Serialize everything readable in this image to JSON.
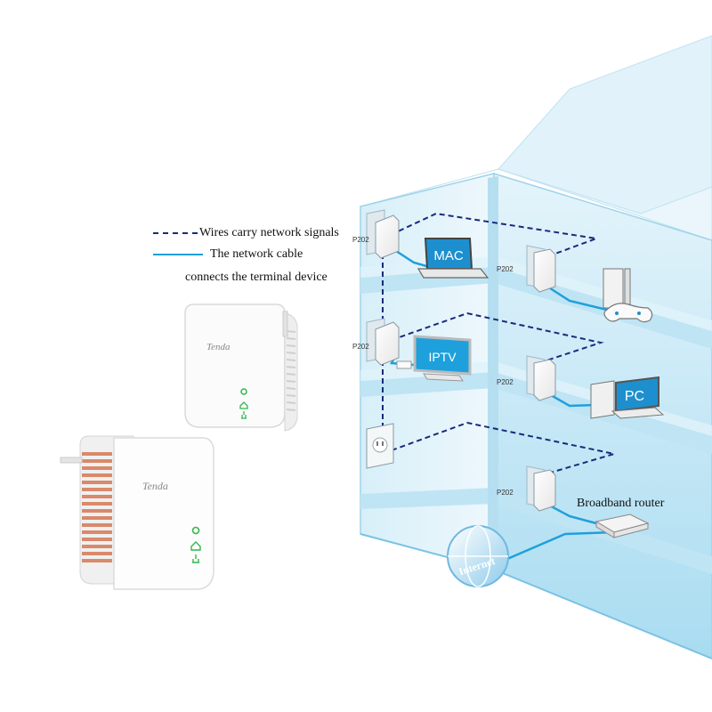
{
  "legend": {
    "dashed_label": "Wires carry network signals",
    "solid_label": "The network cable",
    "solid_label_2": "connects the terminal device"
  },
  "devices": {
    "mac": "MAC",
    "iptv": "IPTV",
    "pc": "PC",
    "adapter_model": "P202",
    "router": "Broadband router",
    "internet": "Internet",
    "brand": "Tenda"
  },
  "colors": {
    "powerline": "#1a2a7a",
    "ethernet": "#1ea0dc",
    "wall": "#c8e7f4",
    "wall_edge": "#8ccbe8",
    "led": "#2fb84a"
  }
}
